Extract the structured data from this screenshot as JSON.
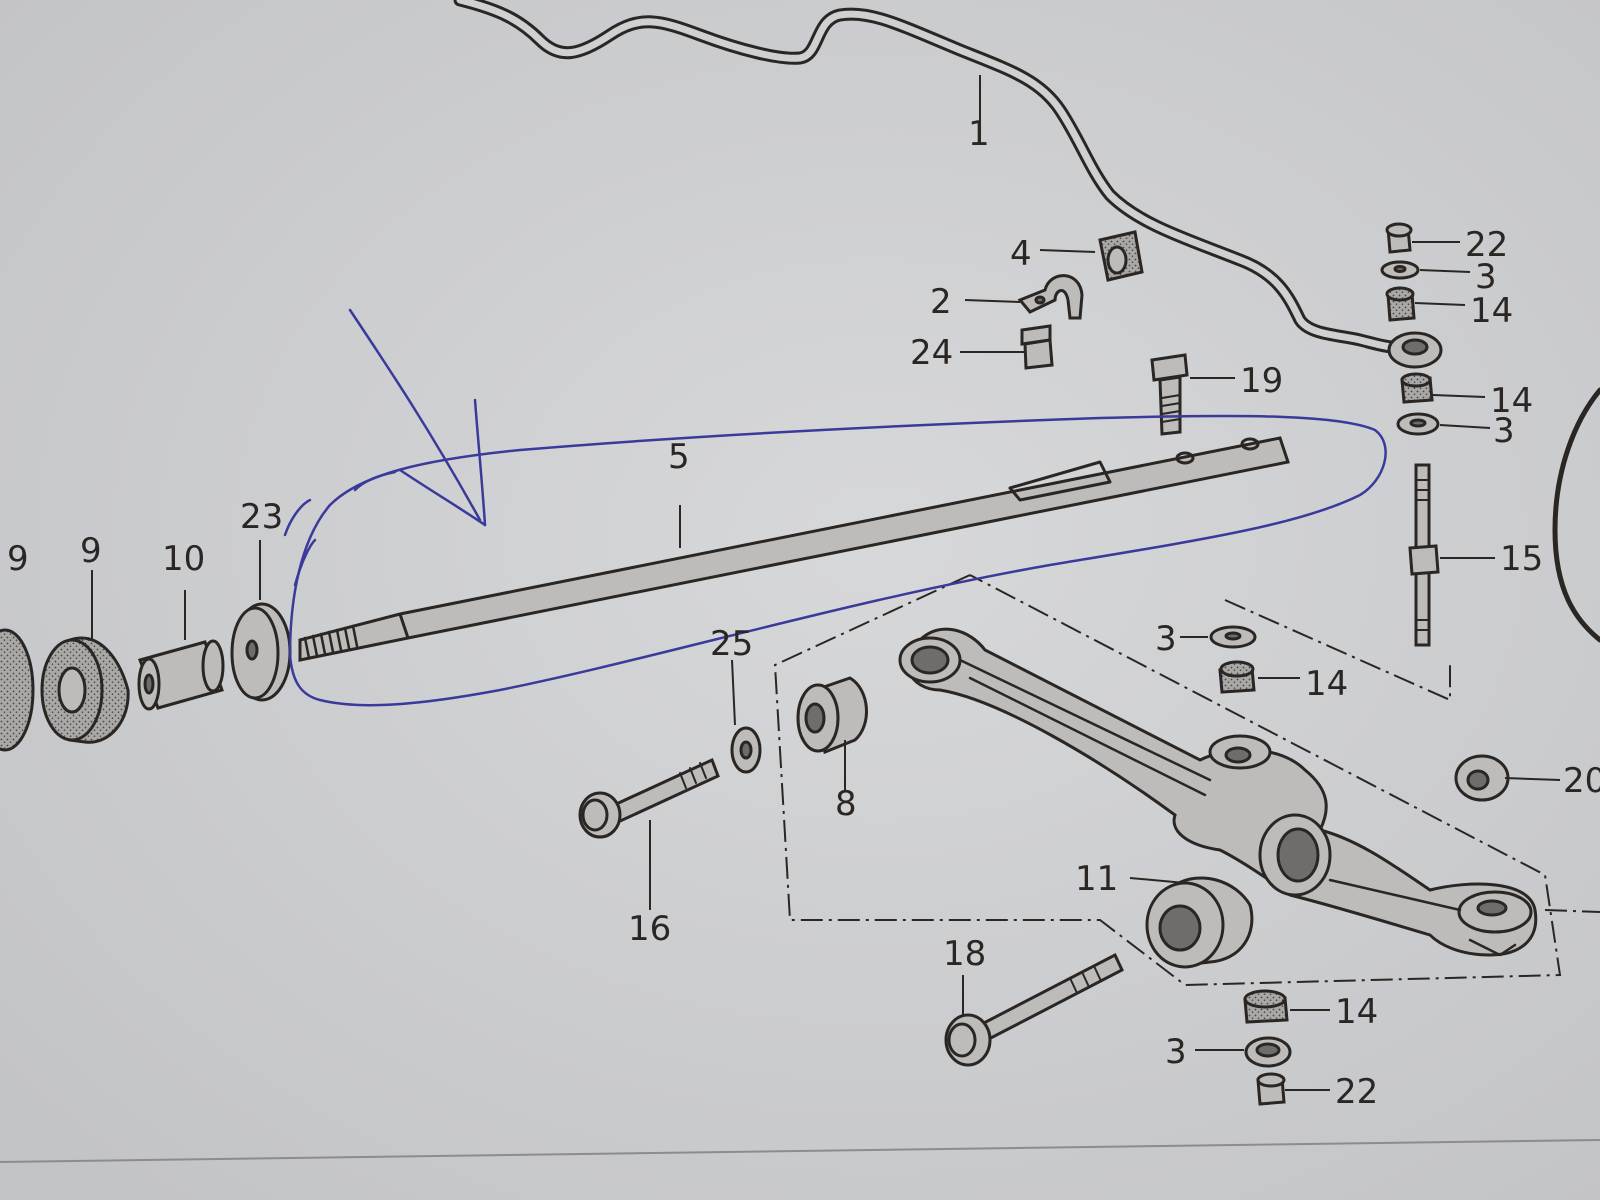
{
  "callouts": {
    "c9a": "9",
    "c9b": "9",
    "c10": "10",
    "c23": "23",
    "c5": "5",
    "c1": "1",
    "c4": "4",
    "c2": "2",
    "c24": "24",
    "c19": "19",
    "c22a": "22",
    "c3a": "3",
    "c14a": "14",
    "c14b": "14",
    "c3b": "3",
    "c15": "15",
    "c3c": "3",
    "c14c": "14",
    "c25": "25",
    "c8": "8",
    "c16": "16",
    "c11": "11",
    "c18": "18",
    "c20": "20",
    "c14d": "14",
    "c3d": "3",
    "c22b": "22"
  },
  "colors": {
    "paper": "#cfd0d2",
    "ink": "#2a2623",
    "pen_annotation": "#3a3a9a"
  },
  "annotation": {
    "marker": "hand-drawn-arrow",
    "circled_part": "5"
  }
}
